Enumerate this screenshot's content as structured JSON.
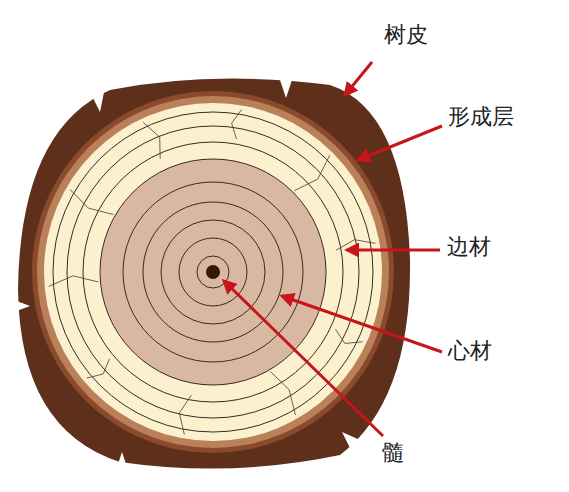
{
  "diagram": {
    "labels": [
      "树皮",
      "形成层",
      "边材",
      "心材",
      "髓"
    ]
  }
}
